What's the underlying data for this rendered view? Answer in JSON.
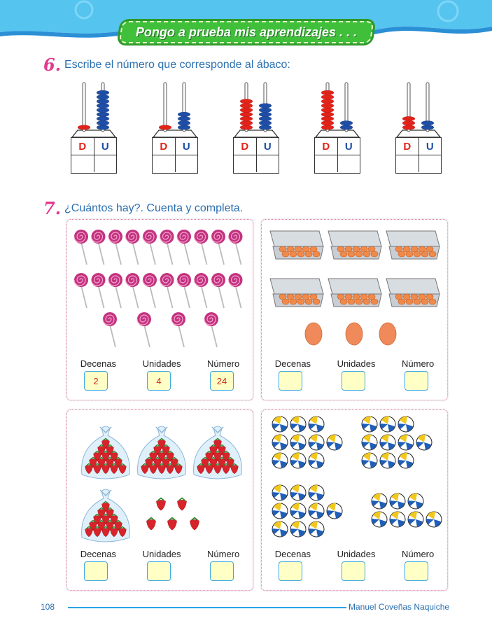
{
  "header": {
    "title": "Pongo a prueba mis aprendizajes . . ."
  },
  "exercise6": {
    "number": "6.",
    "instruction": "Escribe el número que corresponde al ábaco:",
    "abaci": [
      {
        "d": 1,
        "u": 9,
        "d_label": "D",
        "u_label": "U"
      },
      {
        "d": 1,
        "u": 4,
        "d_label": "D",
        "u_label": "U"
      },
      {
        "d": 7,
        "u": 6,
        "d_label": "D",
        "u_label": "U"
      },
      {
        "d": 9,
        "u": 2,
        "d_label": "D",
        "u_label": "U"
      },
      {
        "d": 3,
        "u": 2,
        "d_label": "D",
        "u_label": "U"
      }
    ]
  },
  "exercise7": {
    "number": "7.",
    "instruction": "¿Cuántos hay?. Cuenta y completa.",
    "panels": [
      {
        "labels": [
          "Decenas",
          "Unidades",
          "Número"
        ],
        "answers": [
          "2",
          "4",
          "24"
        ]
      },
      {
        "labels": [
          "Decenas",
          "Unidades",
          "Número"
        ],
        "answers": [
          "",
          "",
          ""
        ]
      },
      {
        "labels": [
          "Decenas",
          "Unidades",
          "Número"
        ],
        "answers": [
          "",
          "",
          ""
        ]
      },
      {
        "labels": [
          "Decenas",
          "Unidades",
          "Número"
        ],
        "answers": [
          "",
          "",
          ""
        ]
      }
    ]
  },
  "footer": {
    "page": "108",
    "author": "Manuel Coveñas Naquiche"
  },
  "colors": {
    "tens_bead": "#e2231a",
    "units_bead": "#1f4ea6",
    "accent": "#e23a8d",
    "title_green": "#3fbf3a"
  }
}
